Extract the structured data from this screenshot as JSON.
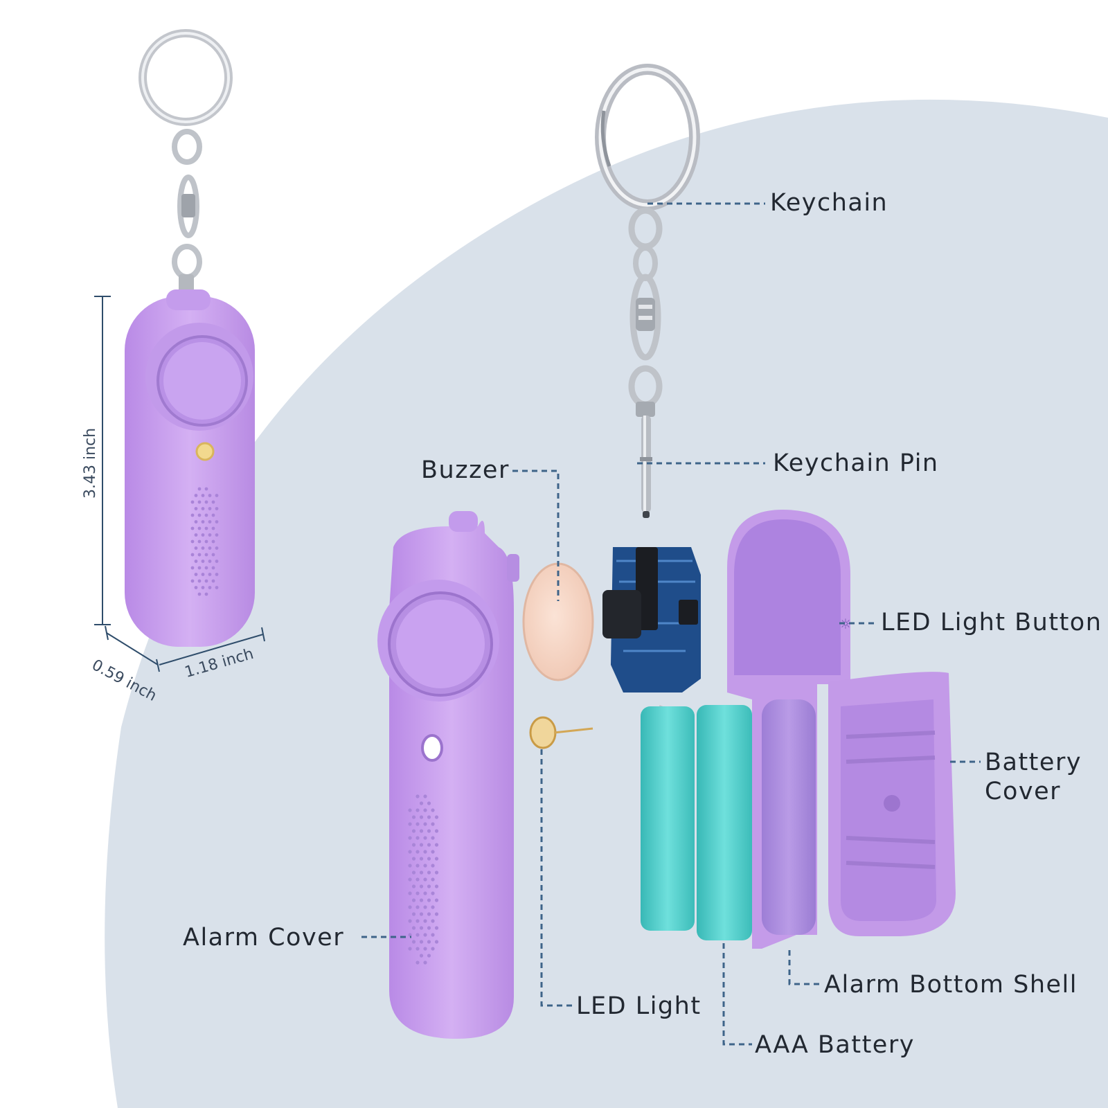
{
  "colors": {
    "background_arc": "#d9e1ea",
    "purple": "#c9a2ec",
    "purple_dark": "#a57ad6",
    "battery": "#4fd0cc",
    "leader_line": "#3e6489",
    "metal": "#c9ccd2"
  },
  "dimensions": {
    "height": "3.43 inch",
    "depth": "0.59 inch",
    "width": "1.18 inch"
  },
  "labels": {
    "keychain": "Keychain",
    "keychain_pin": "Keychain Pin",
    "buzzer": "Buzzer",
    "led_light_button": "LED Light Button",
    "battery_cover_line1": "Battery",
    "battery_cover_line2": "Cover",
    "alarm_cover": "Alarm Cover",
    "led_light": "LED Light",
    "alarm_bottom_shell": "Alarm Bottom Shell",
    "aaa_battery": "AAA Battery"
  }
}
